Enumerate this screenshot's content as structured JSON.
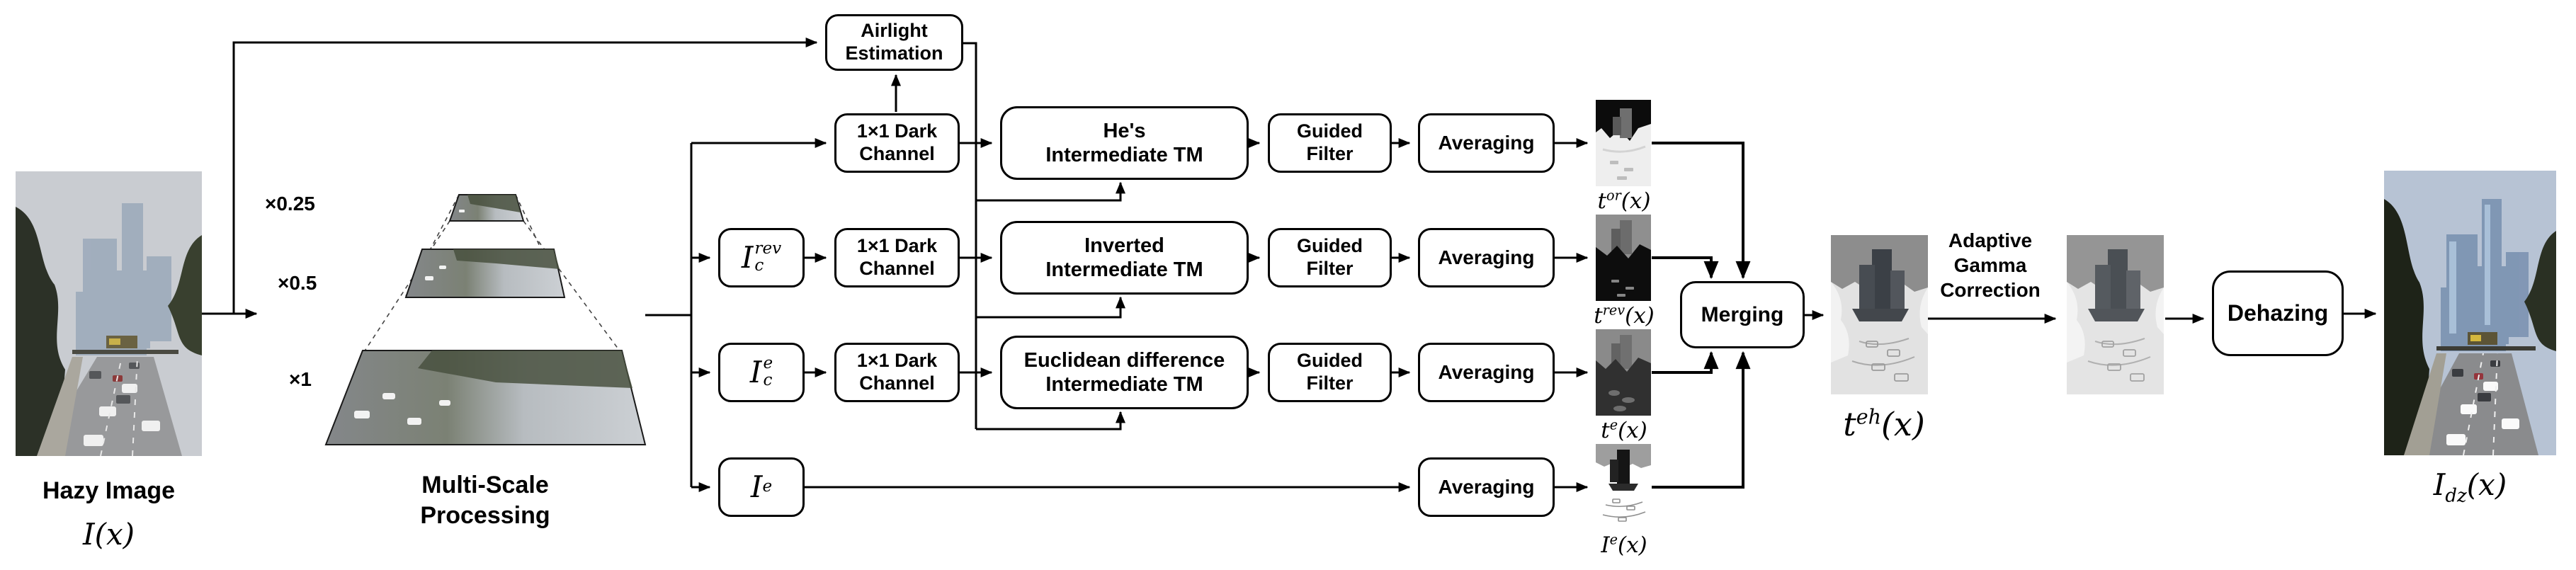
{
  "figure": {
    "input": {
      "caption": "Hazy Image",
      "symbol": {
        "base": "I",
        "tail": "(x)"
      }
    },
    "multiscale": {
      "caption": "Multi-Scale\nProcessing",
      "scales": [
        {
          "label": "×0.25"
        },
        {
          "label": "×0.5"
        },
        {
          "label": "×1"
        }
      ]
    },
    "boxes": {
      "airlight": "Airlight\nEstimation",
      "dark_channel": "1×1 Dark\nChannel",
      "hes_tm": "He's\nIntermediate TM",
      "inverted_tm": "Inverted\nIntermediate TM",
      "euclidean_tm": "Euclidean difference\nIntermediate TM",
      "guided_filter": "Guided\nFilter",
      "averaging": "Averaging",
      "merging": "Merging",
      "gamma_correction": "Adaptive\nGamma\nCorrection",
      "dehazing": "Dehazing"
    },
    "branch_inputs": {
      "rev": {
        "base": "I",
        "sub": "c",
        "sup": "rev"
      },
      "ce": {
        "base": "I",
        "sub": "c",
        "sup": "e"
      },
      "e": {
        "base": "I",
        "sup": "e"
      }
    },
    "maps": {
      "t_or": {
        "base": "t",
        "sup": "or",
        "tail": "(x)"
      },
      "t_rev": {
        "base": "t",
        "sup": "rev",
        "tail": "(x)"
      },
      "t_e": {
        "base": "t",
        "sup": "e",
        "tail": "(x)"
      },
      "i_e": {
        "base": "I",
        "sup": "e",
        "tail": "(x)"
      },
      "t_eh": {
        "base": "t",
        "sup": "eh",
        "tail": "(x)"
      }
    },
    "output": {
      "symbol": {
        "base": "I",
        "sub": "dz",
        "tail": "(x)"
      }
    },
    "colors": {
      "line": "#000000",
      "box_border": "#000000",
      "box_fill": "#ffffff",
      "background": "#ffffff"
    }
  }
}
